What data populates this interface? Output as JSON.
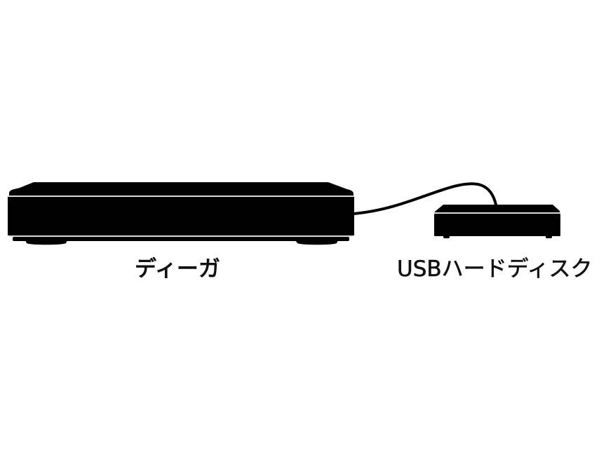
{
  "diagram": {
    "description": "Connection illustration: recorder connected by cable to USB hard disk",
    "colors": {
      "background": "#ffffff",
      "device": "#000000",
      "highlight_line": "#d9d9d9",
      "text": "#111111"
    },
    "devices": [
      {
        "id": "recorder",
        "label": "ディーガ"
      },
      {
        "id": "usb-hdd",
        "label": "USBハードディスク"
      }
    ],
    "connection": {
      "from": "recorder",
      "to": "usb-hdd",
      "type": "cable"
    }
  }
}
